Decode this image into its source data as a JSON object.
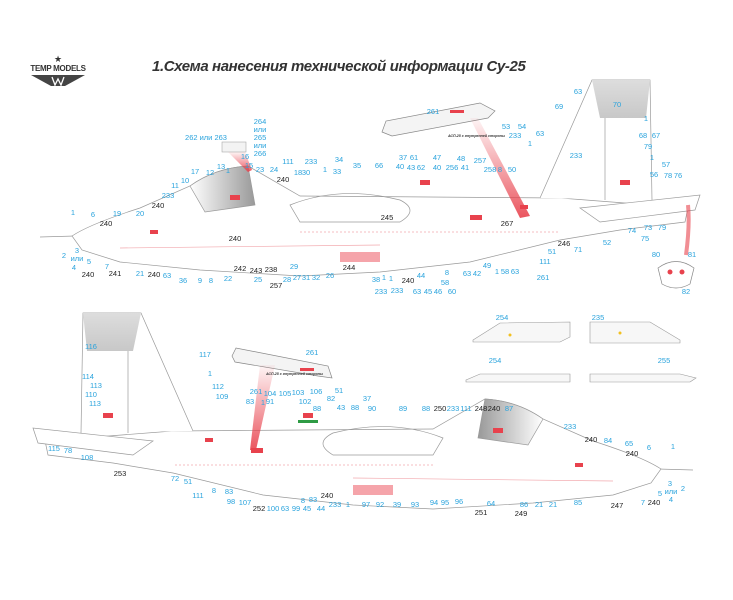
{
  "logo": {
    "brand": "TEMP MODELS",
    "star": "★"
  },
  "title": "1.Схема нанесения технической информации Су-25",
  "flap_note": "АСП-25 с внутренней стороны",
  "colors": {
    "callout": "#29a3dd",
    "callout_black": "#222222",
    "stencil": "#e8424d",
    "outline": "#9a9a9a",
    "tail_tip": "#d8d8d8"
  },
  "top_view": {
    "callouts_blue": [
      "1",
      "6",
      "19",
      "20",
      "233",
      "11",
      "10",
      "17",
      "12",
      "13",
      "1",
      "15",
      "23",
      "24",
      "2",
      "3",
      "или",
      "4",
      "5",
      "7",
      "21",
      "63",
      "36",
      "9",
      "8",
      "22",
      "25",
      "28",
      "29",
      "27",
      "31",
      "32",
      "26",
      "38",
      "1",
      "233",
      "262 или 263",
      "264",
      "или",
      "265",
      "или",
      "266",
      "16",
      "111",
      "233",
      "18",
      "30",
      "1",
      "33",
      "34",
      "35",
      "66",
      "37",
      "61",
      "40",
      "43",
      "62",
      "47",
      "40",
      "256",
      "48",
      "41",
      "257",
      "258",
      "8",
      "50",
      "53",
      "54",
      "233",
      "63",
      "1",
      "261",
      "63",
      "69",
      "70",
      "1",
      "68",
      "67",
      "79",
      "1",
      "233",
      "57",
      "56",
      "78",
      "76",
      "74",
      "73",
      "75",
      "79",
      "52",
      "71",
      "51",
      "111",
      "261",
      "1",
      "58",
      "63",
      "49",
      "42",
      "63",
      "8",
      "60",
      "46",
      "45",
      "63",
      "44",
      "58",
      "233",
      "1",
      "80",
      "81",
      "82"
    ],
    "callouts_black": [
      "240",
      "240",
      "240",
      "240",
      "240",
      "241",
      "240",
      "242",
      "243",
      "238",
      "257",
      "244",
      "245",
      "246",
      "267",
      "240"
    ]
  },
  "bottom_view": {
    "callouts_blue": [
      "116",
      "117",
      "1",
      "112",
      "109",
      "114",
      "113",
      "110",
      "113",
      "115",
      "78",
      "108",
      "72",
      "51",
      "111",
      "8",
      "83",
      "98",
      "107",
      "100",
      "63",
      "99",
      "8",
      "45",
      "83",
      "44",
      "233",
      "1",
      "97",
      "83",
      "261",
      "1",
      "104",
      "91",
      "105",
      "103",
      "102",
      "106",
      "51",
      "82",
      "88",
      "43",
      "88",
      "37",
      "261",
      "254",
      "235",
      "254",
      "255",
      "90",
      "89",
      "88",
      "233",
      "111",
      "87",
      "233",
      "84",
      "65",
      "6",
      "1",
      "2",
      "3",
      "или",
      "4",
      "5",
      "7",
      "85",
      "21",
      "21",
      "86",
      "64",
      "96",
      "95",
      "94",
      "93",
      "39",
      "92"
    ],
    "callouts_black": [
      "253",
      "252",
      "240",
      "250",
      "248",
      "240",
      "240",
      "240",
      "240",
      "247",
      "249",
      "251"
    ]
  }
}
